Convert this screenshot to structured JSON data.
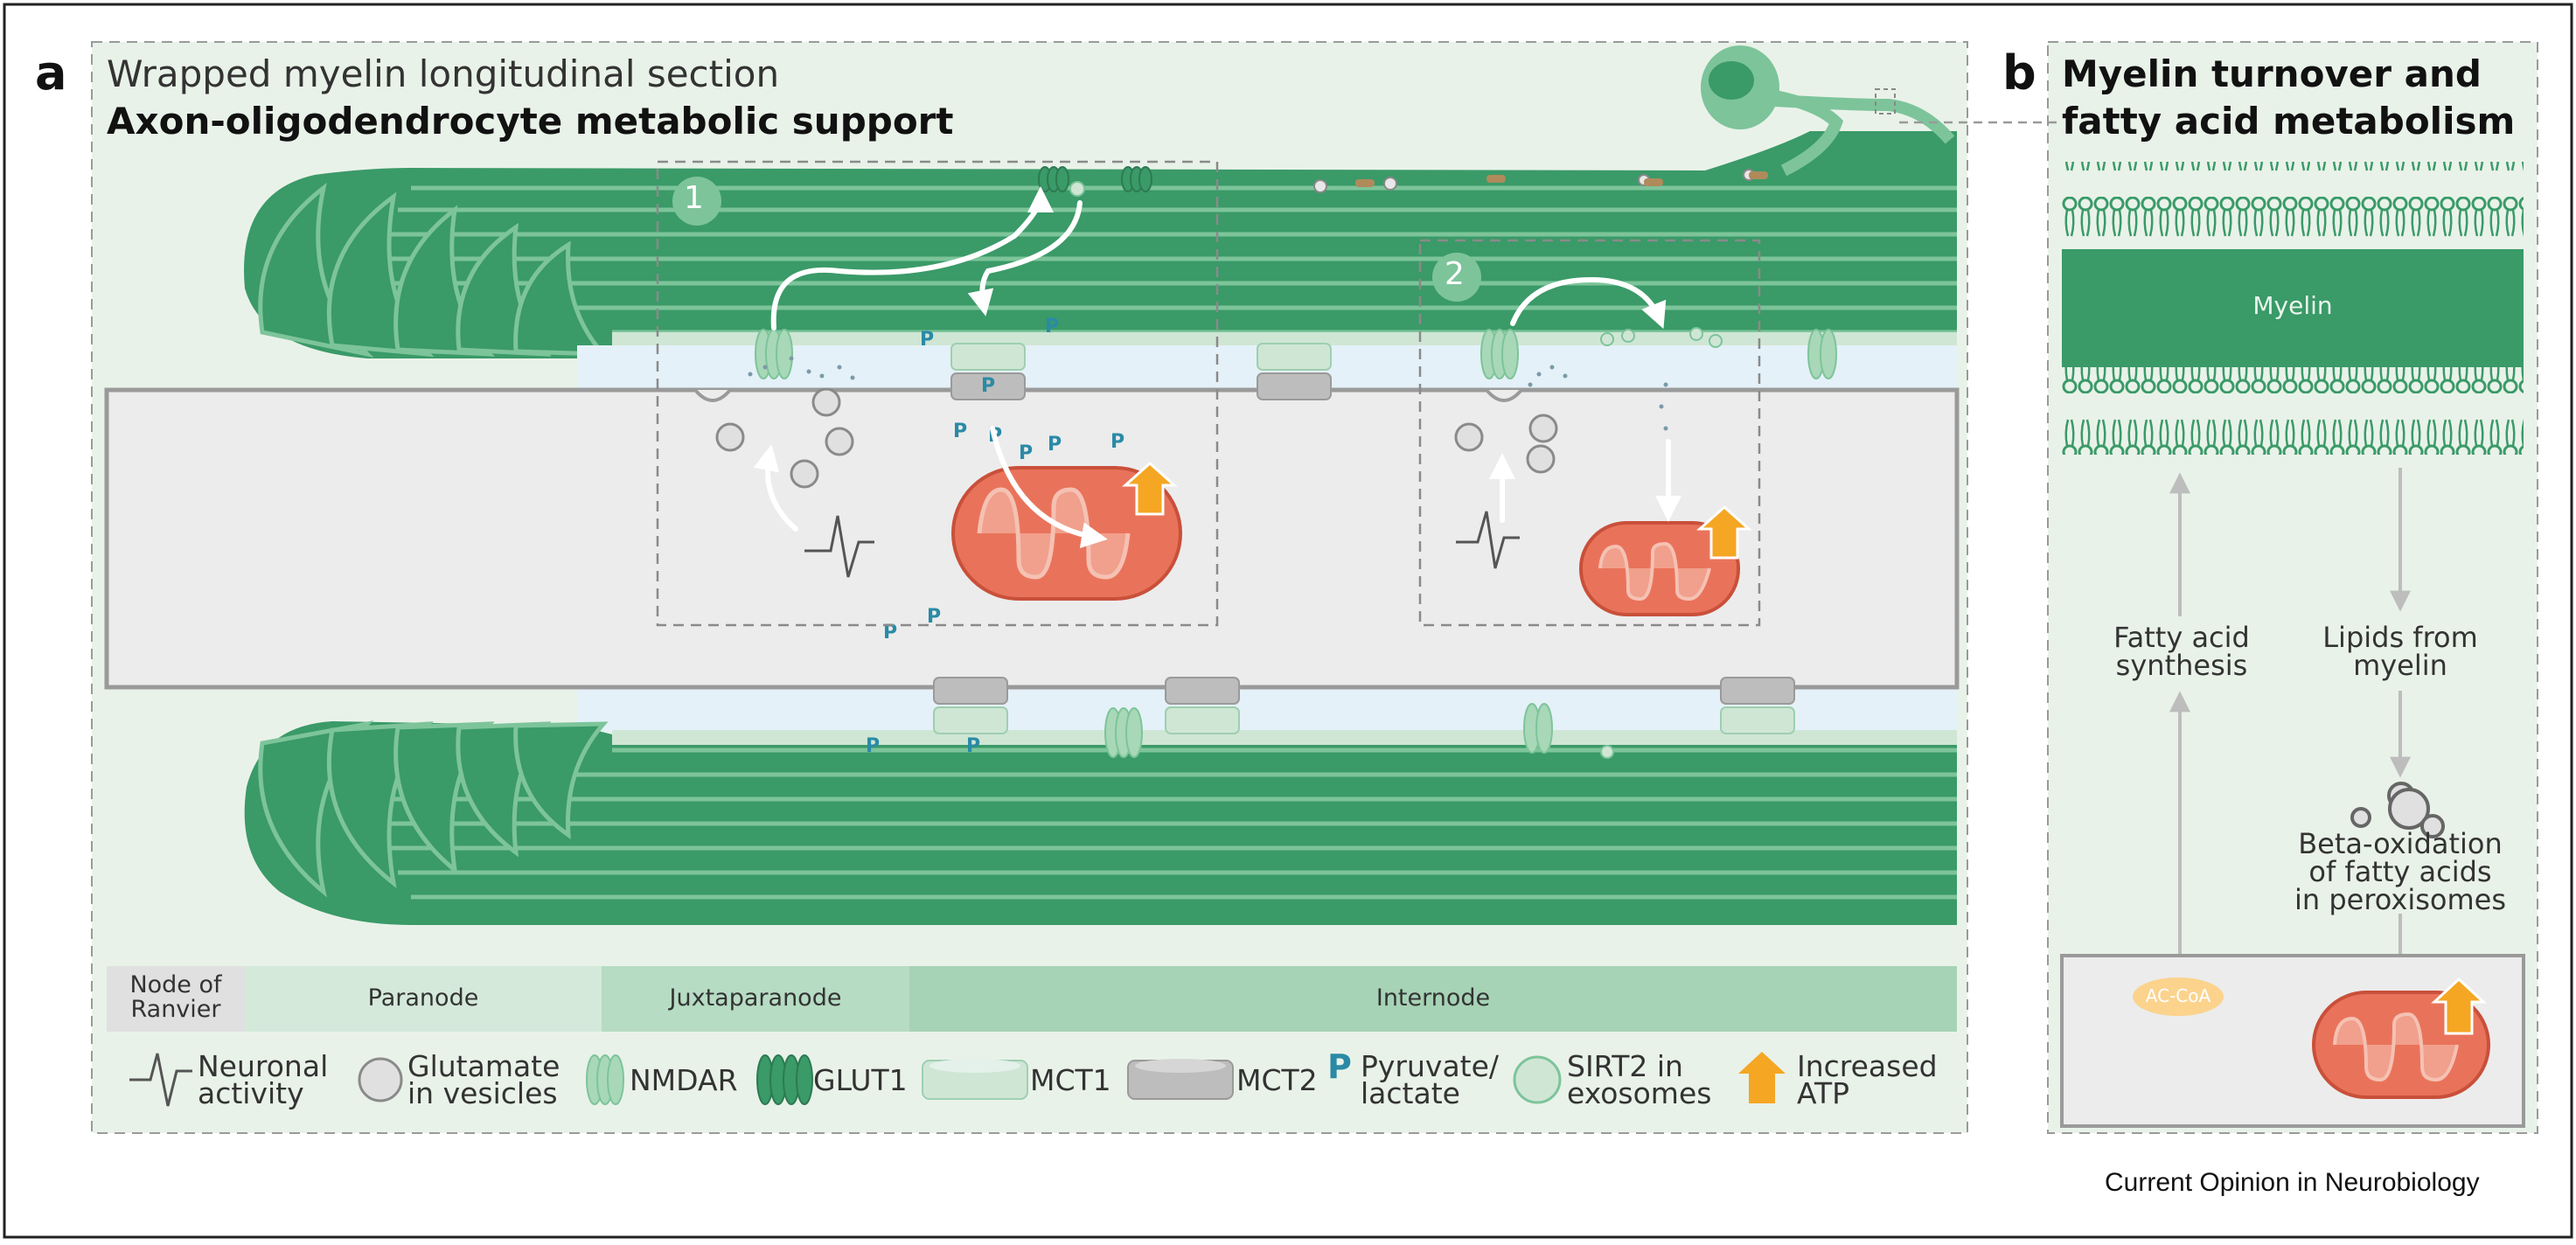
{
  "panel_a": {
    "letter": "a",
    "title_line1": "Wrapped myelin longitudinal section",
    "title_line2": "Axon-oligodendrocyte metabolic support",
    "site1": "1",
    "site2": "2",
    "regions": {
      "node": "Node of\nRanvier",
      "paranode": "Paranode",
      "juxtaparanode": "Juxtaparanode",
      "internode": "Internode"
    },
    "legend": {
      "neuronal_activity": "Neuronal\nactivity",
      "glutamate": "Glutamate\nin vesicles",
      "nmdar": "NMDAR",
      "glut1": "GLUT1",
      "mct1": "MCT1",
      "mct2": "MCT2",
      "pyruvate": "Pyruvate/\nlactate",
      "sirt2": "SIRT2 in\nexosomes",
      "atp": "Increased\nATP",
      "pyruvate_symbol": "P"
    }
  },
  "panel_b": {
    "letter": "b",
    "title_line1": "Myelin turnover and",
    "title_line2": "fatty acid metabolism",
    "myelin": "Myelin",
    "fatty_acid_synthesis": "Fatty acid\nsynthesis",
    "lipids_from_myelin": "Lipids from\nmyelin",
    "beta_oxidation": "Beta-oxidation\nof fatty acids\nin peroxisomes",
    "acoa": "AC-CoA"
  },
  "credit": "Current Opinion in Neurobiology",
  "colors": {
    "myelin_dark": "#3a9a68",
    "myelin_light": "#7dc49a",
    "panel_bg": "#e9f2e9",
    "axon": "#ececec",
    "periaxonal": "#e4f1f8",
    "mito_outer": "#e9735a",
    "atp_arrow": "#f5a623",
    "pyruvate": "#2a8aa6"
  }
}
